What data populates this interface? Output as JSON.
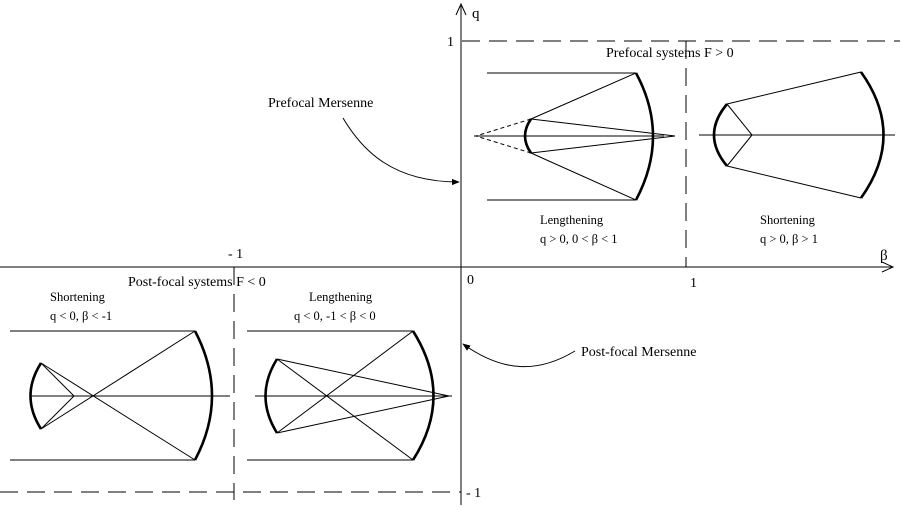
{
  "axes": {
    "q_label": "q",
    "beta_label": "β",
    "origin": "0",
    "q_pos_one": "1",
    "q_neg_one": "- 1",
    "beta_pos_one": "1",
    "beta_neg_one": "- 1"
  },
  "quadrants": {
    "prefocal": {
      "title": "Prefocal systems F > 0",
      "lengthening": {
        "name": "Lengthening",
        "condition": "q > 0, 0 < β < 1"
      },
      "shortening": {
        "name": "Shortening",
        "condition": "q > 0,  β > 1"
      }
    },
    "postfocal": {
      "title": "Post-focal systems F < 0",
      "shortening": {
        "name": "Shortening",
        "condition": "q < 0,  β < -1"
      },
      "lengthening": {
        "name": "Lengthening",
        "condition": "q < 0, -1 < β < 0"
      }
    }
  },
  "annotations": {
    "prefocal_mersenne": "Prefocal Mersenne",
    "postfocal_mersenne": "Post-focal Mersenne"
  }
}
